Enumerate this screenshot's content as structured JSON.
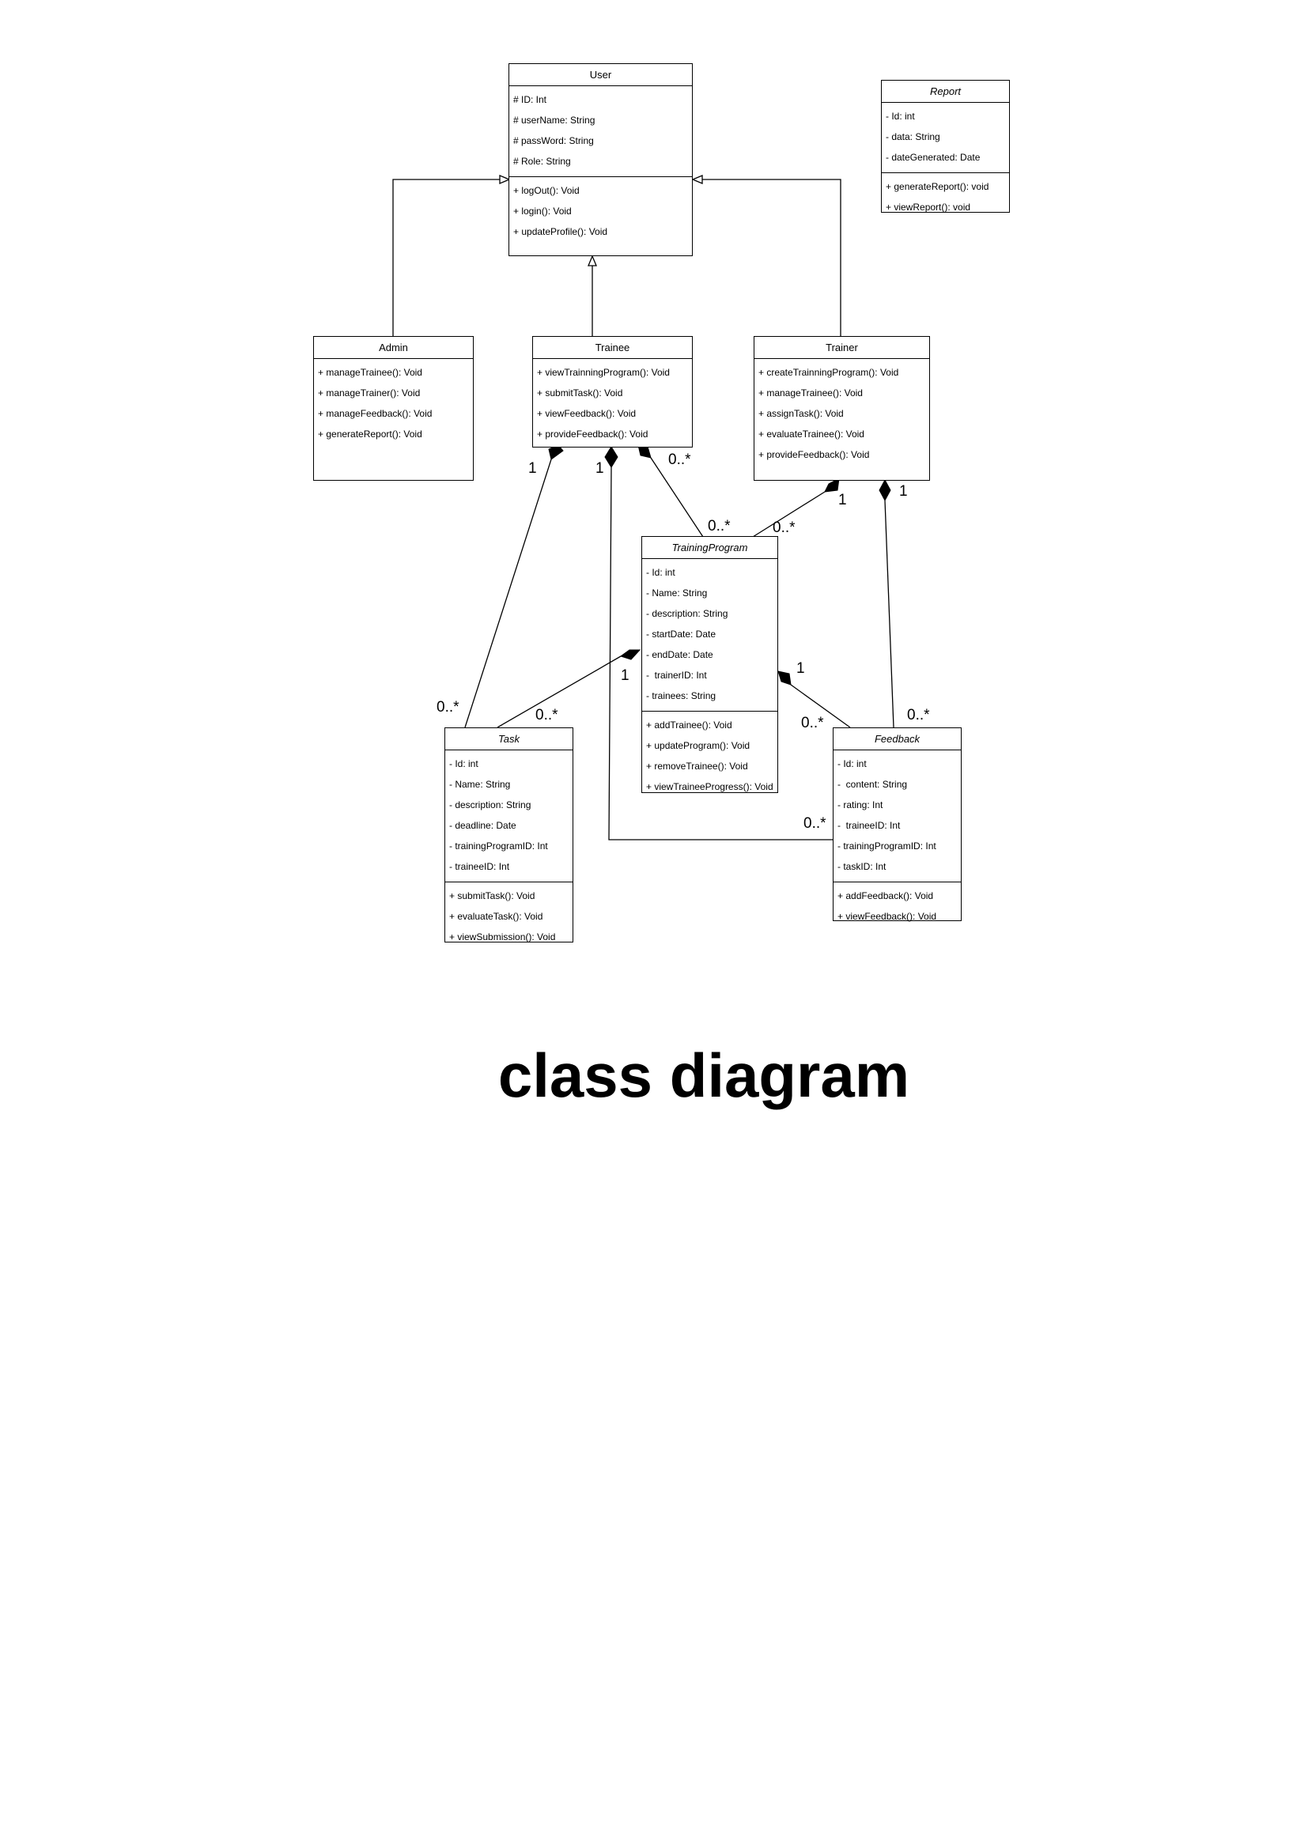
{
  "title": "class diagram",
  "classes": {
    "user": {
      "name": "User",
      "attributes": [
        "# ID: Int",
        "# userName: String",
        "# passWord: String",
        "# Role: String"
      ],
      "methods": [
        "+ logOut(): Void",
        "+ login(): Void",
        "+ updateProfile(): Void"
      ]
    },
    "report": {
      "name": "Report",
      "attributes": [
        "- Id: int",
        "- data: String",
        "- dateGenerated: Date"
      ],
      "methods": [
        "+ generateReport(): void",
        "+ viewReport(): void"
      ]
    },
    "admin": {
      "name": "Admin",
      "methods": [
        "+ manageTrainee(): Void",
        "+ manageTrainer(): Void",
        "+ manageFeedback(): Void",
        "+ generateReport(): Void"
      ]
    },
    "trainee": {
      "name": "Trainee",
      "methods": [
        "+ viewTrainningProgram(): Void",
        "+ submitTask(): Void",
        "+ viewFeedback(): Void",
        "+ provideFeedback(): Void"
      ]
    },
    "trainer": {
      "name": "Trainer",
      "methods": [
        "+ createTrainningProgram(): Void",
        "+ manageTrainee(): Void",
        "+ assignTask(): Void",
        "+ evaluateTrainee(): Void",
        "+ provideFeedback(): Void"
      ]
    },
    "training_program": {
      "name": "TrainingProgram",
      "attributes": [
        "- Id: int",
        "- Name: String",
        "- description: String",
        "- startDate: Date",
        "- endDate: Date",
        "-  trainerID: Int",
        "- trainees: String"
      ],
      "methods": [
        "+ addTrainee(): Void",
        "+ updateProgram(): Void",
        "+ removeTrainee(): Void",
        "+ viewTraineeProgress(): Void"
      ]
    },
    "task": {
      "name": "Task",
      "attributes": [
        "- Id: int",
        "- Name: String",
        "- description: String",
        "- deadline: Date",
        "- trainingProgramID: Int",
        "- traineeID: Int"
      ],
      "methods": [
        "+ submitTask(): Void",
        "+ evaluateTask(): Void",
        "+ viewSubmission(): Void"
      ]
    },
    "feedback": {
      "name": "Feedback",
      "attributes": [
        "- Id: int",
        "-  content: String",
        "- rating: Int",
        "-  traineeID: Int",
        "- trainingProgramID: Int",
        "- taskID: Int"
      ],
      "methods": [
        "+ addFeedback(): Void",
        "+ viewFeedback(): Void"
      ]
    }
  },
  "multiplicities": {
    "trainee_task_one": "1",
    "trainee_feedback_one": "1",
    "trainee_program_many": "0..*",
    "program_trainee_many": "0..*",
    "program_trainer_many": "0..*",
    "trainer_program_one": "1",
    "trainer_feedback_one": "1",
    "task_trainee_many": "0..*",
    "task_program_many": "0..*",
    "program_task_one": "1",
    "program_feedback_one": "1",
    "feedback_program_many": "0..*",
    "feedback_trainer_many": "0..*",
    "feedback_trainee_many": "0..*"
  }
}
